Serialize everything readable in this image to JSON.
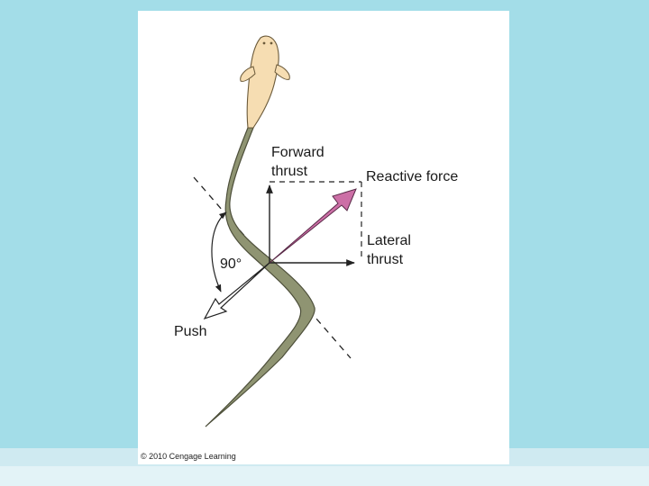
{
  "diagram": {
    "labels": {
      "forward_thrust_line1": "Forward",
      "forward_thrust_line2": "thrust",
      "reactive_force": "Reactive force",
      "lateral_thrust_line1": "Lateral",
      "lateral_thrust_line2": "thrust",
      "angle": "90°",
      "push": "Push"
    },
    "colors": {
      "body_green": "#8f9472",
      "head_tan": "#f6ddb2",
      "reactive_arrow": "#cc6fa6",
      "background": "#a3dde8"
    }
  },
  "footer": {
    "copyright": "© 2010 Cengage Learning"
  }
}
